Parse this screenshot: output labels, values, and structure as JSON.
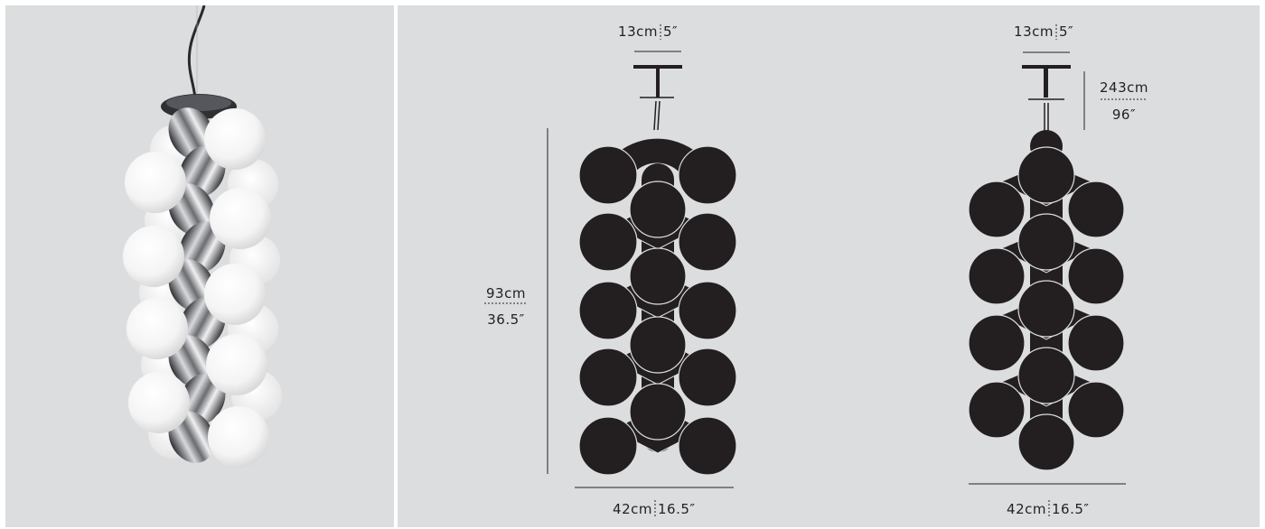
{
  "drawing_front": {
    "top_width": {
      "cm": "13cm",
      "in": "5″"
    },
    "height": {
      "cm": "93cm",
      "in": "36.5″"
    },
    "bottom_width": {
      "cm": "42cm",
      "in": "16.5″"
    }
  },
  "drawing_side": {
    "top_width": {
      "cm": "13cm",
      "in": "5″"
    },
    "drop": {
      "cm": "243cm",
      "in": "96″"
    },
    "bottom_width": {
      "cm": "42cm",
      "in": "16.5″"
    }
  },
  "colors": {
    "panel_bg": "#dcdddf",
    "silhouette": "#231f20",
    "glass": "#fafafa",
    "chrome": "#6a6c70"
  }
}
